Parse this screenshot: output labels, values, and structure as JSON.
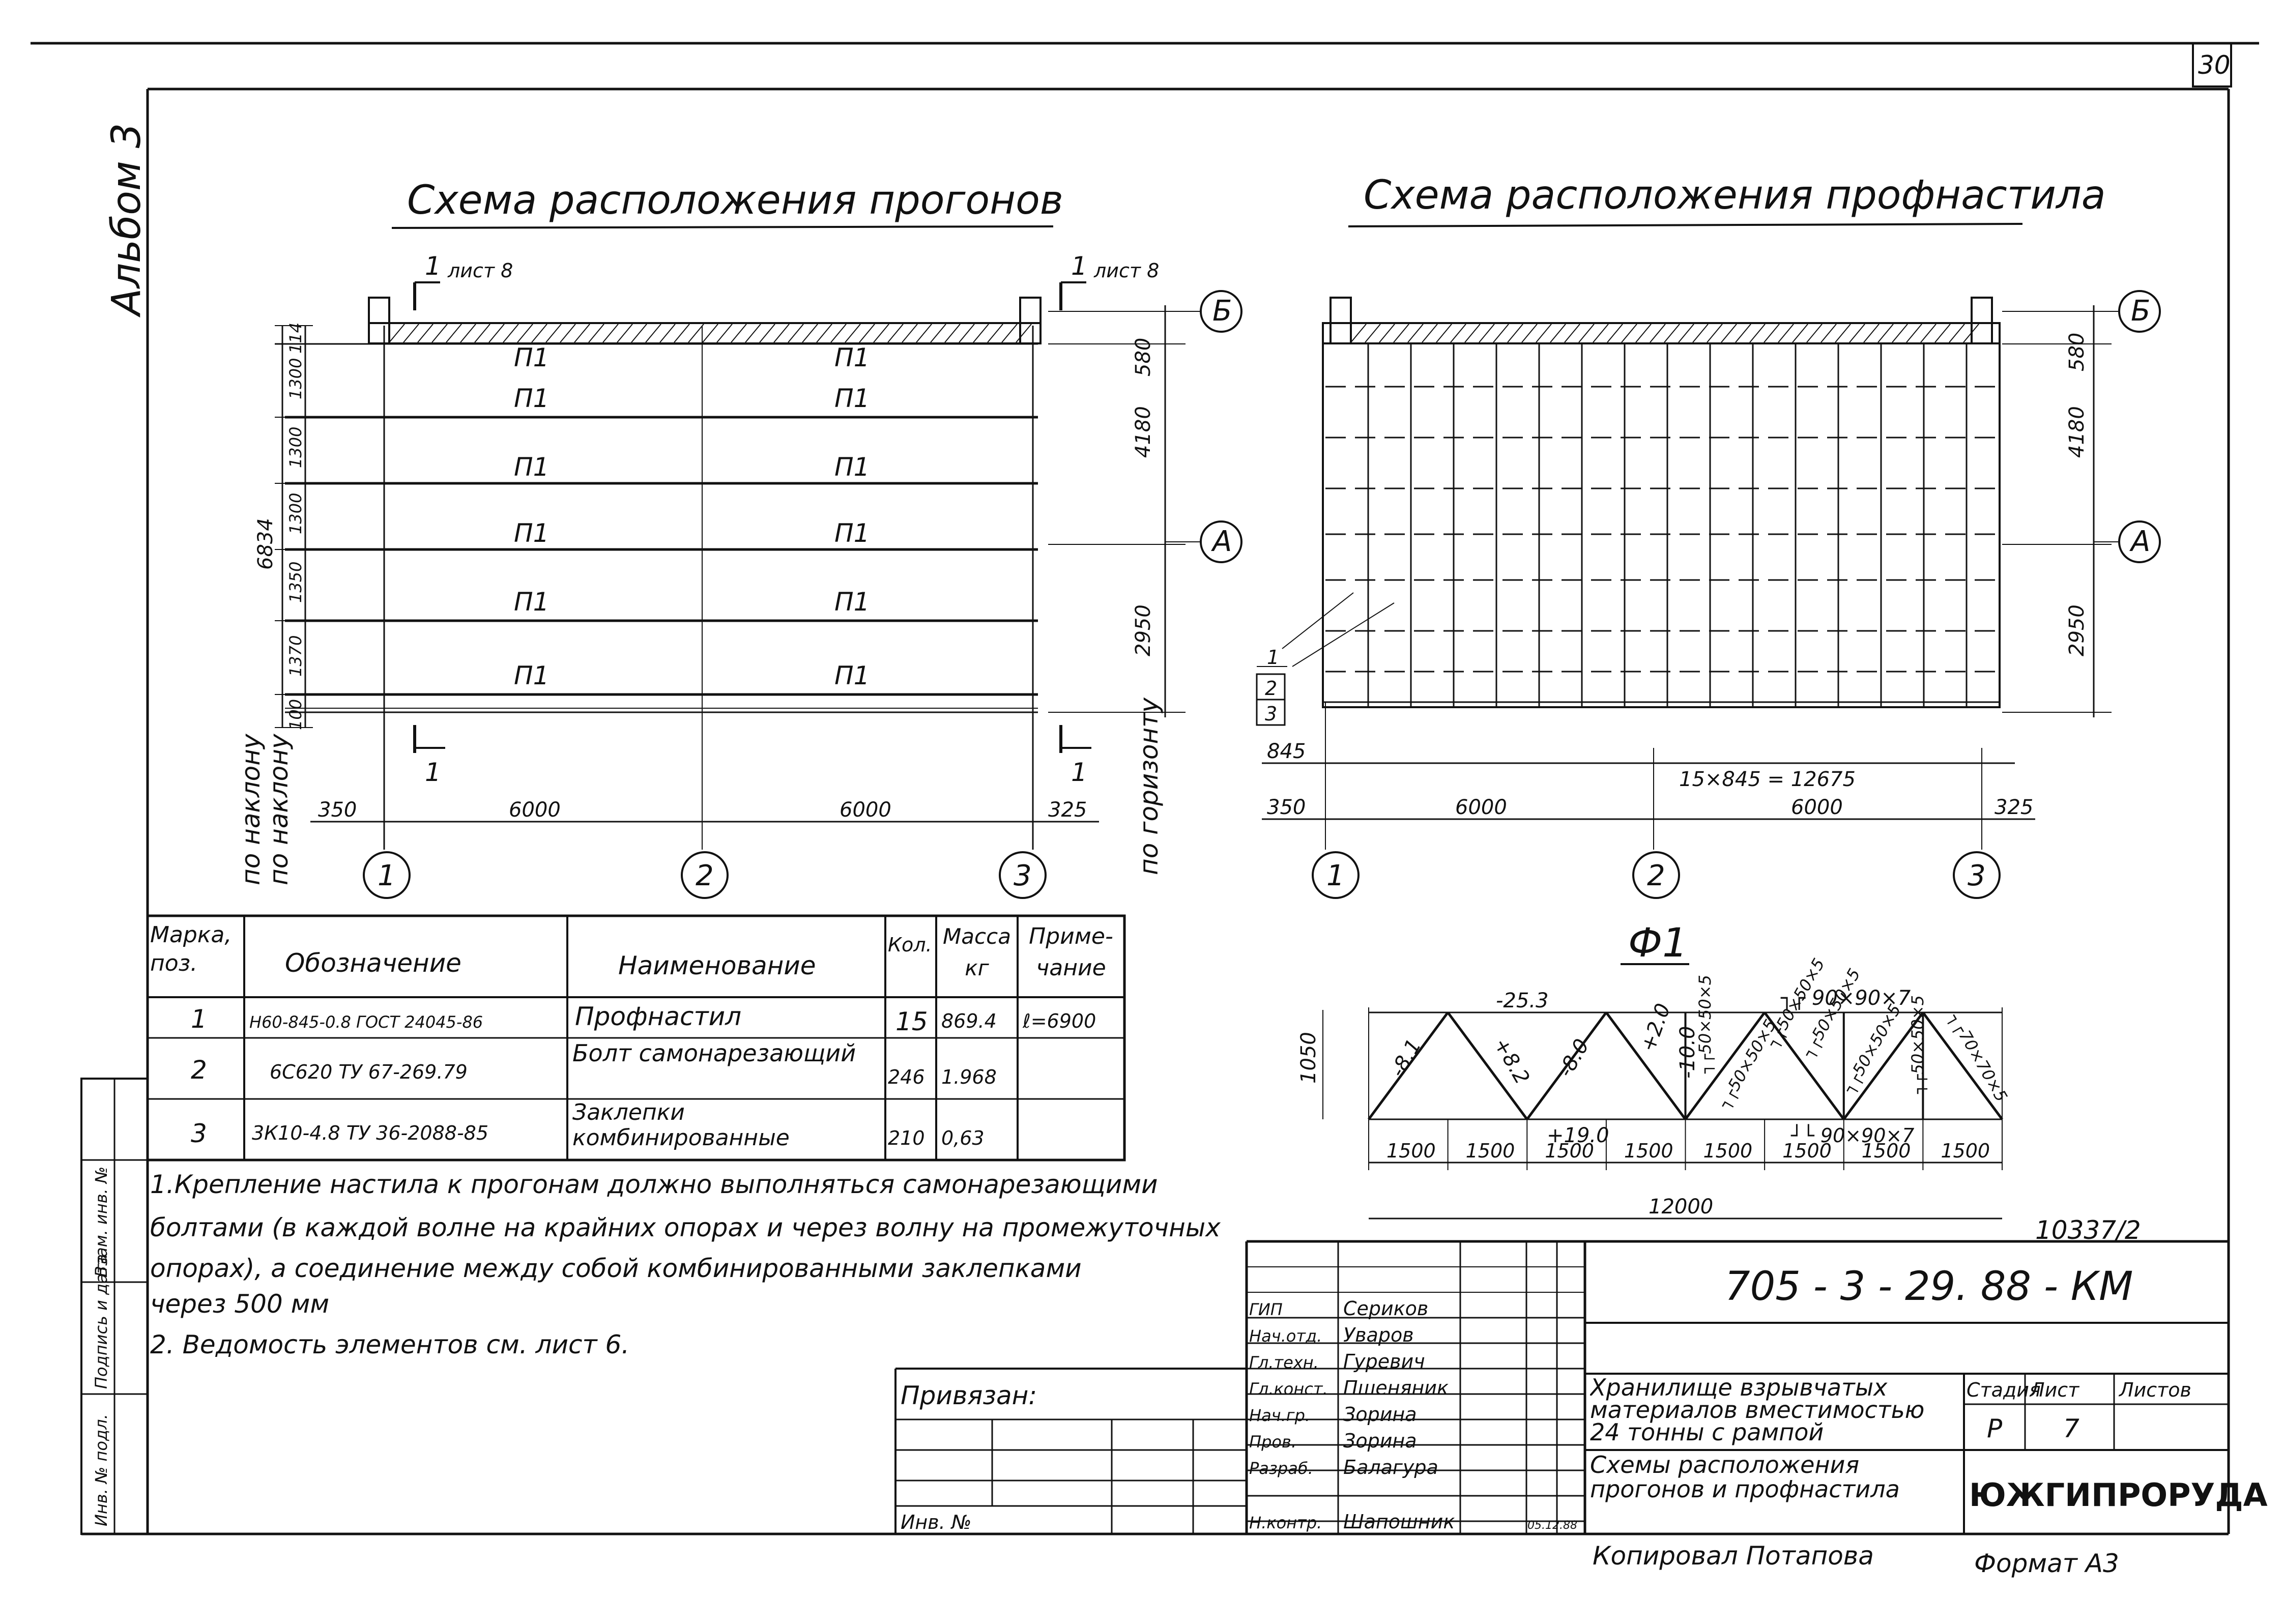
{
  "sheet_corner": "30",
  "album_label": "Альбом 3",
  "purlin_scheme": {
    "title": "Схема расположения прогонов",
    "section_label": "1",
    "section_ref": "лист 8",
    "purlin_mark": "П1",
    "axis_a": "А",
    "axis_b": "Б",
    "axes": [
      "1",
      "2",
      "3"
    ],
    "left_dims": [
      "114",
      "1300",
      "1300",
      "1300",
      "1350",
      "1370",
      "100"
    ],
    "total_dim": "6834",
    "right_dims": [
      "580",
      "4180",
      "2950"
    ],
    "bottom_dims": [
      "350",
      "6000",
      "6000",
      "325"
    ],
    "label_slope_1": "по наклону",
    "label_slope_2": "по наклону",
    "label_horizontal": "по горизонту"
  },
  "deck_scheme": {
    "title": "Схема расположения профнастила",
    "axis_a": "А",
    "axis_b": "Б",
    "axes": [
      "1",
      "2",
      "3"
    ],
    "right_dims": [
      "580",
      "4180",
      "2950"
    ],
    "pitch_dim": "845",
    "total_pitch": "15×845 = 12675",
    "bottom_dims": [
      "350",
      "6000",
      "6000",
      "325"
    ],
    "callouts": [
      "1",
      "2",
      "3"
    ]
  },
  "truss": {
    "title": "Ф1",
    "height": "1050",
    "top_chord": "-25.3",
    "top_profile": "┐┌ 90×90×7",
    "bottom_chord": "+19.0",
    "bottom_profile": "┘└ 90×90×7",
    "web_forces": [
      "-8.1",
      "+8.2",
      "-8.0",
      "+2.0",
      "-10.0"
    ],
    "web_profiles": [
      "┐┌50×50×5",
      "┐┌50×50×5",
      "┐┌50×50×5",
      "┐┌50×50×5",
      "┐┌50×50×5",
      "┐┌50×50×5",
      "┐┌70×70×5"
    ],
    "panels": [
      "1500",
      "1500",
      "1500",
      "1500",
      "1500",
      "1500",
      "1500",
      "1500"
    ],
    "span": "12000"
  },
  "spec_table": {
    "headers": [
      "Марка, поз.",
      "Обозначение",
      "Наименование",
      "Кол.",
      "Масса кг",
      "Приме- чание"
    ],
    "rows": [
      [
        "1",
        "Н60-845-0.8 ГОСТ 24045-86",
        "Профнастил",
        "15",
        "869.4",
        "ℓ=6900"
      ],
      [
        "2",
        "6С620 ТУ 67-269.79",
        "Болт самонарезающий",
        "246",
        "1.968",
        ""
      ],
      [
        "3",
        "3К10-4.8 ТУ 36-2088-85",
        "Заклепки комбинированные",
        "210",
        "0,63",
        ""
      ]
    ]
  },
  "notes": [
    "1.Крепление настила к прогонам должно выполняться самонарезающими",
    "болтами (в каждой волне на крайних опорах и через волну на промежуточных",
    "опорах), а соединение между собой комбинированными заклепками",
    "через 500 мм",
    "2. Ведомость элементов см. лист 6."
  ],
  "side_stamp": [
    "Инв. № подл.",
    "Подпись и дата",
    "Взам. инв. №"
  ],
  "stamp": {
    "attached_label": "Привязан:",
    "inv_label": "Инв. №",
    "code": "705 - 3 - 29. 88 - КМ",
    "handwritten_no": "10337/2",
    "project_title": "Хранилище взрывчатых материалов вместимостью 24 тонны с рампой",
    "sheet_title": "Схемы расположения прогонов и профнастила",
    "stage_label": "Стадия",
    "sheet_label": "Лист",
    "sheets_label": "Листов",
    "stage": "Р",
    "sheet_no": "7",
    "org": "ЮЖГИПРОРУДА",
    "date": "05.12.88",
    "roles": [
      {
        "role": "ГИП",
        "name": "Сериков"
      },
      {
        "role": "Нач.отд.",
        "name": "Уваров"
      },
      {
        "role": "Гл.техн.",
        "name": "Гуревич"
      },
      {
        "role": "Гл.конст.",
        "name": "Пшеняник"
      },
      {
        "role": "Нач.гр.",
        "name": "Зорина"
      },
      {
        "role": "Пров.",
        "name": "Зорина"
      },
      {
        "role": "Разраб.",
        "name": "Балагура"
      },
      {
        "role": "Н.контр.",
        "name": "Шапошник"
      }
    ],
    "copied_by": "Копировал  Потапова",
    "format": "Формат А3"
  }
}
